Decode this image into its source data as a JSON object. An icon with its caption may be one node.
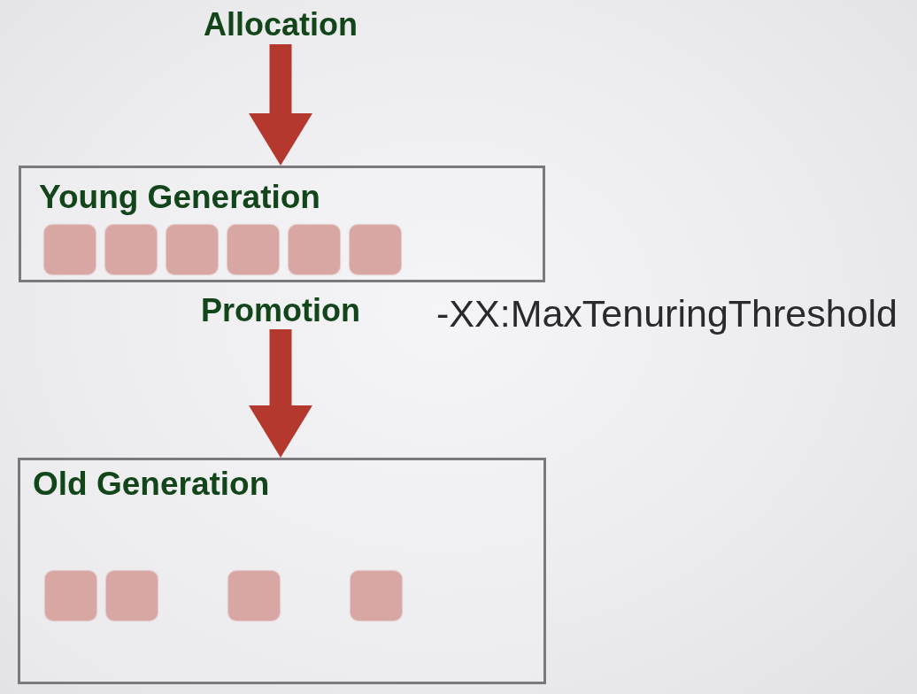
{
  "diagram": {
    "nodes": [
      {
        "text": [
          "Allocation"
        ]
      },
      {
        "text": [
          "Young Generation"
        ]
      },
      {
        "text": [],
        "shape": "box",
        "in": 1
      },
      {
        "text": [],
        "shape": "box",
        "in": 1
      },
      {
        "text": [],
        "shape": "box",
        "in": 1
      },
      {
        "text": [],
        "shape": "box",
        "in": 1
      },
      {
        "text": [],
        "shape": "box",
        "in": 1
      },
      {
        "text": [],
        "shape": "box",
        "in": 1
      },
      {
        "text": [
          "Promotion"
        ]
      },
      {
        "text": [
          "Old Generation"
        ]
      },
      {
        "text": [],
        "shape": "box",
        "in": 9
      },
      {
        "text": [],
        "shape": "box",
        "in": 9
      },
      {
        "text": [],
        "shape": "box",
        "in": 9
      },
      {
        "text": [],
        "shape": "box",
        "in": 9
      }
    ],
    "edges": [
      {
        "from": 0,
        "to": 1,
        "arrow": "to"
      },
      {
        "from": 8,
        "to": 9,
        "arrow": "to"
      }
    ],
    "labels": [
      "-XX:MaxTenuringThreshold"
    ]
  }
}
